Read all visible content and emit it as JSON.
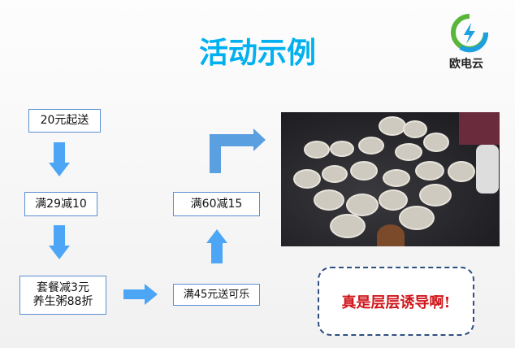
{
  "title": "活动示例",
  "logo": {
    "text": "欧电云",
    "colors": [
      "#5ab63a",
      "#1e9fe0"
    ]
  },
  "steps": {
    "s1": "20元起送",
    "s2": "满29减10",
    "s3_line1": "套餐减3元",
    "s3_line2": "养生粥88折",
    "s4": "满45元送可乐",
    "s5": "满60减15"
  },
  "callout": "真是层层诱导啊!",
  "colors": {
    "title": "#00b0f0",
    "arrow": "#4da6f5",
    "callout": "#d0161b"
  }
}
